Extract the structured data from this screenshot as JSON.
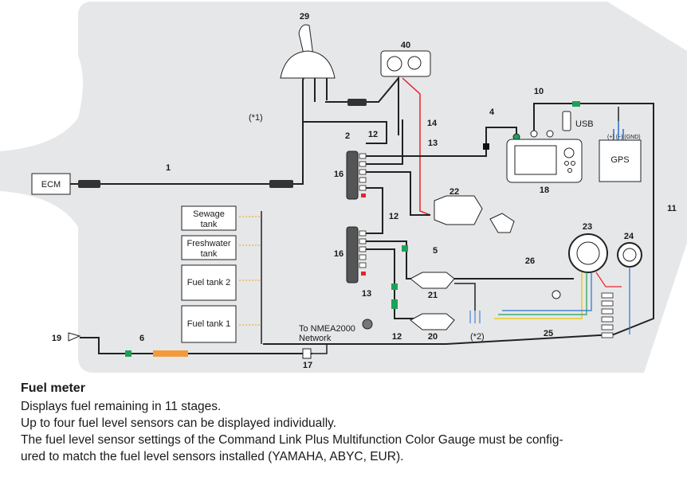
{
  "diagram": {
    "labels": {
      "ecm": "ECM",
      "sewage_tank": [
        "Sewage",
        "tank"
      ],
      "freshwater_tank": [
        "Freshwater",
        "tank"
      ],
      "fuel_tank_2": "Fuel tank 2",
      "fuel_tank_1": "Fuel tank 1",
      "usb": "USB",
      "gps": "GPS",
      "gps_pins": "(+) (−) (GND)",
      "nmea": [
        "To NMEA2000",
        "Network"
      ],
      "note1": "(*1)",
      "note2": "(*2)"
    },
    "callouts": [
      "29",
      "40",
      "10",
      "4",
      "14",
      "12",
      "2",
      "13",
      "16",
      "18",
      "11",
      "22",
      "23",
      "24",
      "1",
      "26",
      "5",
      "21",
      "25",
      "20",
      "19",
      "6",
      "17"
    ]
  },
  "caption": {
    "title": "Fuel meter",
    "lines": [
      "Displays fuel remaining in 11 stages.",
      "Up to four fuel level sensors can be displayed individually.",
      "The fuel level sensor settings of the Command Link Plus Multifunction Color Gauge must be config-",
      "ured to match the fuel level sensors installed (YAMAHA, ABYC, EUR)."
    ]
  },
  "colors": {
    "hull": "#e6e7e8",
    "wire": "#222222",
    "power_red": "#e8242b",
    "connector_green": "#1fa05a",
    "fuel_line": "#f39a3a",
    "yellow": "#e8c400",
    "blue": "#2a6fd0"
  }
}
